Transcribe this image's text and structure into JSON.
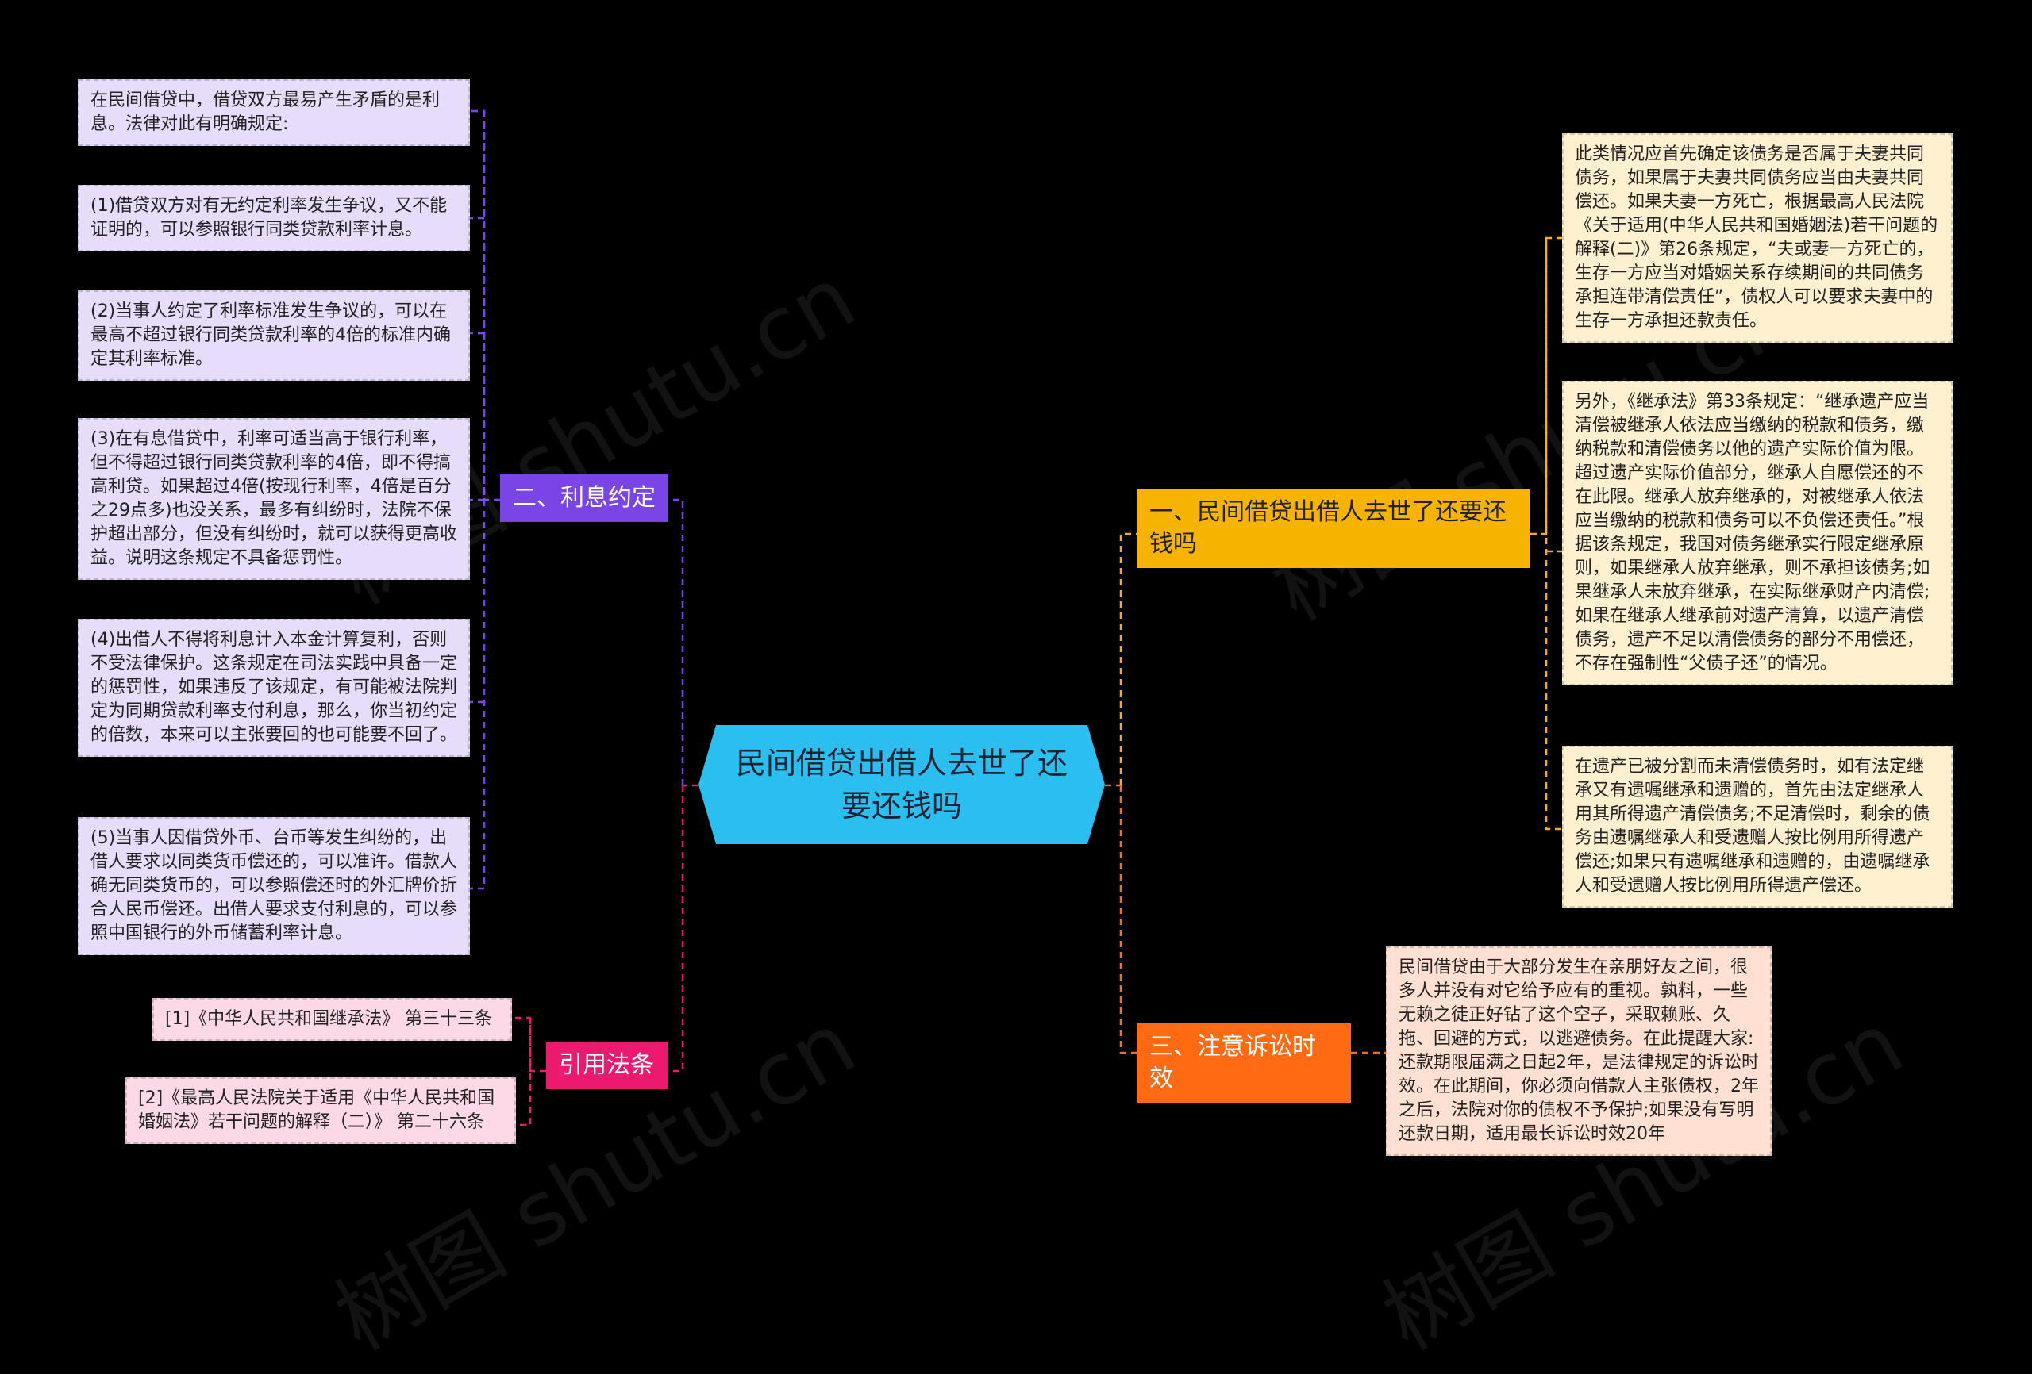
{
  "root": {
    "title": "民间借贷出借人去世了还要还钱吗"
  },
  "branches": {
    "interest": {
      "title": "二、利息约定",
      "items": [
        "在民间借贷中，借贷双方最易产生矛盾的是利息。法律对此有明确规定:",
        "(1)借贷双方对有无约定利率发生争议，又不能证明的，可以参照银行同类贷款利率计息。",
        "(2)当事人约定了利率标准发生争议的，可以在最高不超过银行同类贷款利率的4倍的标准内确定其利率标准。",
        "(3)在有息借贷中，利率可适当高于银行利率，但不得超过银行同类贷款利率的4倍，即不得搞高利贷。如果超过4倍(按现行利率，4倍是百分之29点多)也没关系，最多有纠纷时，法院不保护超出部分，但没有纠纷时，就可以获得更高收益。说明这条规定不具备惩罚性。",
        "(4)出借人不得将利息计入本金计算复利，否则不受法律保护。这条规定在司法实践中具备一定的惩罚性，如果违反了该规定，有可能被法院判定为同期贷款利率支付利息，那么，你当初约定的倍数，本来可以主张要回的也可能要不回了。",
        "(5)当事人因借贷外币、台币等发生纠纷的，出借人要求以同类货币偿还的，可以准许。借款人确无同类货币的，可以参照偿还时的外汇牌价折合人民币偿还。出借人要求支付利息的，可以参照中国银行的外币储蓄利率计息。"
      ]
    },
    "law": {
      "title": "引用法条",
      "items": [
        "[1]《中华人民共和国继承法》 第三十三条",
        "[2]《最高人民法院关于适用《中华人民共和国婚姻法》若干问题的解释（二）》 第二十六条"
      ]
    },
    "repay": {
      "title": "一、民间借贷出借人去世了还要还钱吗",
      "items": [
        "此类情况应首先确定该债务是否属于夫妻共同债务，如果属于夫妻共同债务应当由夫妻共同偿还。如果夫妻一方死亡，根据最高人民法院《关于适用(中华人民共和国婚姻法)若干问题的解释(二)》第26条规定，“夫或妻一方死亡的，生存一方应当对婚姻关系存续期间的共同债务承担连带清偿责任”，债权人可以要求夫妻中的生存一方承担还款责任。",
        "另外，《继承法》第33条规定：“继承遗产应当清偿被继承人依法应当缴纳的税款和债务，缴纳税款和清偿债务以他的遗产实际价值为限。超过遗产实际价值部分，继承人自愿偿还的不在此限。继承人放弃继承的，对被继承人依法应当缴纳的税款和债务可以不负偿还责任。”根据该条规定，我国对债务继承实行限定继承原则，如果继承人放弃继承，则不承担该债务;如果继承人未放弃继承，在实际继承财产内清偿;如果在继承人继承前对遗产清算，以遗产清偿债务，遗产不足以清偿债务的部分不用偿还，不存在强制性“父债子还”的情况。",
        "在遗产已被分割而未清偿债务时，如有法定继承又有遗嘱继承和遗赠的，首先由法定继承人用其所得遗产清偿债务;不足清偿时，剩余的债务由遗嘱继承人和受遗赠人按比例用所得遗产偿还;如果只有遗嘱继承和遗赠的，由遗嘱继承人和受遗赠人按比例用所得遗产偿还。"
      ]
    },
    "limitation": {
      "title": "三、注意诉讼时效",
      "items": [
        "民间借贷由于大部分发生在亲朋好友之间，很多人并没有对它给予应有的重视。孰料，一些无赖之徒正好钻了这个空子，采取赖账、久拖、回避的方式，以逃避债务。在此提醒大家:还款期限届满之日起2年，是法律规定的诉讼时效。在此期间，你必须向借款人主张债权，2年之后，法院对你的债权不予保护;如果没有写明还款日期，适用最长诉讼时效20年"
      ]
    }
  },
  "watermark": "树图 shutu.cn",
  "colors": {
    "background": "#000000",
    "root": "#2bbff0",
    "interest": "#7a45e6",
    "repay": "#f6b400",
    "limitation": "#ff6a13",
    "law": "#ec1a6e"
  }
}
